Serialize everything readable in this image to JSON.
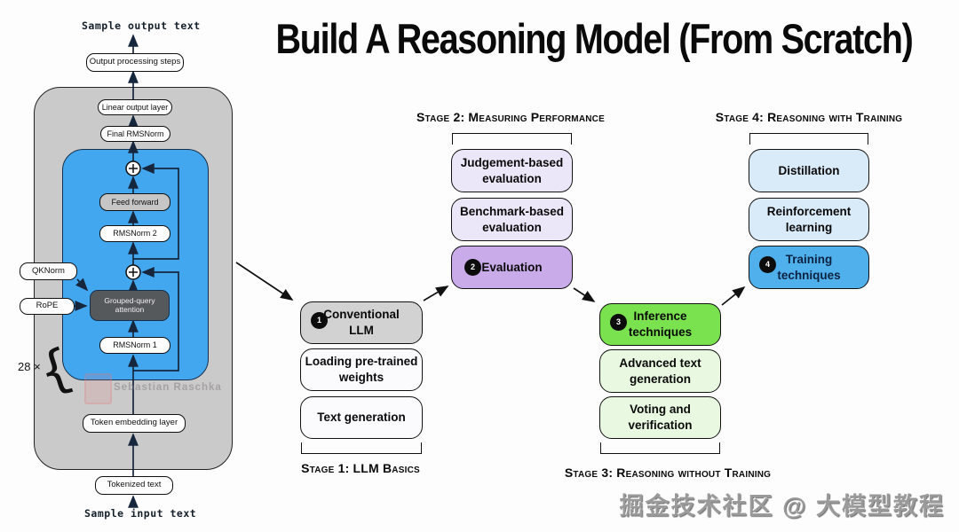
{
  "title": "Build A Reasoning Model (From Scratch)",
  "architecture": {
    "top_text": "Sample output text",
    "bottom_text": "Sample input text",
    "repeat_label": "28 ×",
    "repeat_brace": "{",
    "boxes": {
      "output_processing": "Output processing steps",
      "linear_output": "Linear output layer",
      "final_rmsnorm": "Final RMSNorm",
      "feed_forward": "Feed forward",
      "rmsnorm2": "RMSNorm 2",
      "qknorm": "QKNorm",
      "rope": "RoPE",
      "attention": "Grouped-query\nattention",
      "rmsnorm1": "RMSNorm 1",
      "token_embedding": "Token embedding layer",
      "tokenized": "Tokenized text"
    },
    "block_colors": {
      "outer": "#cacaca",
      "inner": "#42a7ef",
      "attention": "#56595c"
    }
  },
  "stages": [
    {
      "header": "Stage 1: LLM Basics",
      "bracket": "bottom",
      "boxes": [
        {
          "num": "1",
          "label": "Conventional\nLLM",
          "color": "#d2d2d2"
        },
        {
          "label": "Loading pre-trained\nweights",
          "color": "#fbfafc"
        },
        {
          "label": "Text generation",
          "color": "#fbfafc"
        }
      ]
    },
    {
      "header": "Stage 2: Measuring Performance",
      "bracket": "top",
      "boxes": [
        {
          "label": "Judgement-based\nevaluation",
          "color": "#ece7f8"
        },
        {
          "label": "Benchmark-based\nevaluation",
          "color": "#ece7f8"
        },
        {
          "num": "2",
          "label": "Evaluation",
          "color": "#c9abe9"
        }
      ]
    },
    {
      "header": "Stage 3: Reasoning without Training",
      "bracket": "bottom",
      "boxes": [
        {
          "num": "3",
          "label": "Inference\ntechniques",
          "color": "#79e24e"
        },
        {
          "label": "Advanced text\ngeneration",
          "color": "#e9f8e0"
        },
        {
          "label": "Voting and\nverification",
          "color": "#e9f8e0"
        }
      ]
    },
    {
      "header": "Stage 4: Reasoning with Training",
      "bracket": "top",
      "boxes": [
        {
          "label": "Distillation",
          "color": "#d9eaf8"
        },
        {
          "label": "Reinforcement\nlearning",
          "color": "#d9eaf8"
        },
        {
          "num": "4",
          "label": "Training\ntechniques",
          "color": "#4fb0ec"
        }
      ]
    }
  ],
  "watermarks": {
    "author": "Sebastian Raschka",
    "community": "掘金技术社区 @ 大模型教程"
  }
}
